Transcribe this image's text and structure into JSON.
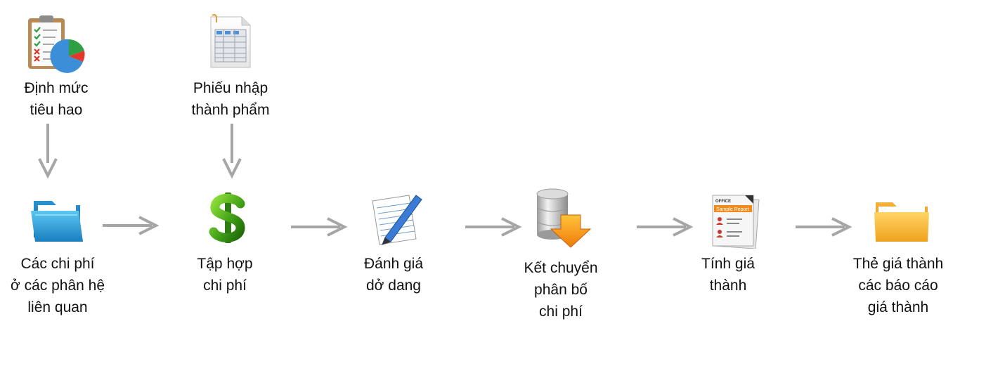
{
  "diagram": {
    "nodes": {
      "dinh_muc": {
        "lines": [
          "Định mức",
          "tiêu hao"
        ],
        "icon": "clipboard-pie-chart-icon"
      },
      "phieu_nhap": {
        "lines": [
          "Phiếu nhập",
          "thành phẩm"
        ],
        "icon": "spreadsheet-document-icon"
      },
      "cac_chi_phi": {
        "lines": [
          "Các chi phí",
          "ở các phân hệ",
          "liên quan"
        ],
        "icon": "blue-folder-icon"
      },
      "tap_hop": {
        "lines": [
          "Tập hợp",
          "chi phí"
        ],
        "icon": "dollar-sign-icon"
      },
      "danh_gia": {
        "lines": [
          "Đánh giá",
          "dở dang"
        ],
        "icon": "notepad-pen-icon"
      },
      "ket_chuyen": {
        "lines": [
          "Kết chuyển",
          "phân bố",
          "chi phí"
        ],
        "icon": "database-download-icon"
      },
      "tinh_gia": {
        "lines": [
          "Tính giá",
          "thành"
        ],
        "icon": "sample-report-icon"
      },
      "the_gia": {
        "lines": [
          "Thẻ giá thành",
          "các báo cáo",
          "giá thành"
        ],
        "icon": "yellow-folder-icon"
      }
    },
    "report_icon_text": {
      "brand": "OFFICE",
      "title": "Sample Report"
    },
    "colors": {
      "arrow": "#a6a6a6",
      "text": "#111111"
    }
  }
}
